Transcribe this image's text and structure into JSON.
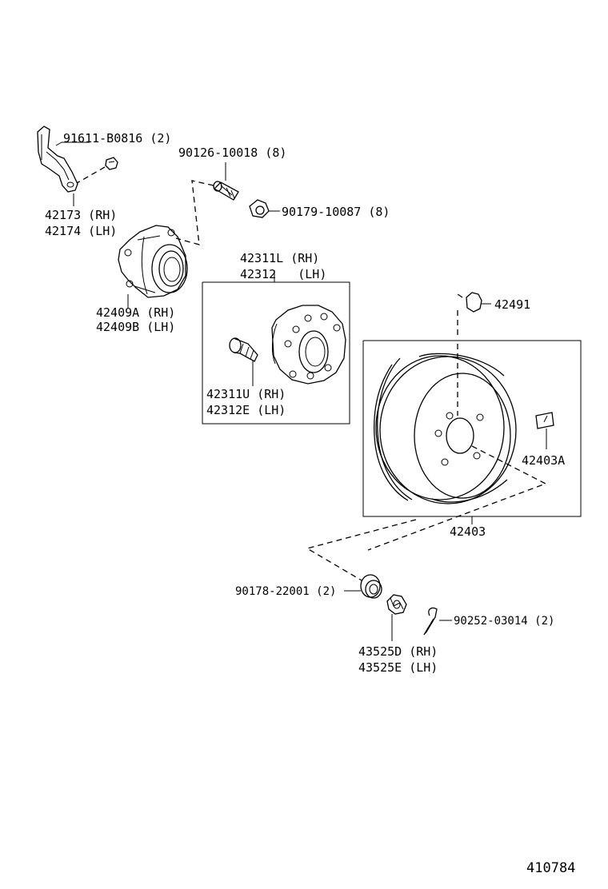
{
  "diagram": {
    "parts": {
      "bolt_bracket": "91611-B0816 (2)",
      "bracket_rh": "42173 (RH)",
      "bracket_lh": "42174 (LH)",
      "hub_bolt": "90126-10018 (8)",
      "hub_nut": "90179-10087 (8)",
      "bearing_rh": "42409A (RH)",
      "bearing_lh": "42409B (LH)",
      "hub_rh": "42311L (RH)",
      "hub_lh": "42312   (LH)",
      "stud_rh": "42311U (RH)",
      "stud_lh": "42312E (LH)",
      "plug": "42491",
      "shim": "42403A",
      "drum": "42403",
      "washer": "90178-22001 (2)",
      "castle_nut_rh": "43525D (RH)",
      "castle_nut_lh": "43525E (LH)",
      "cotter_pin": "90252-03014 (2)"
    },
    "ref_number": "410784"
  }
}
